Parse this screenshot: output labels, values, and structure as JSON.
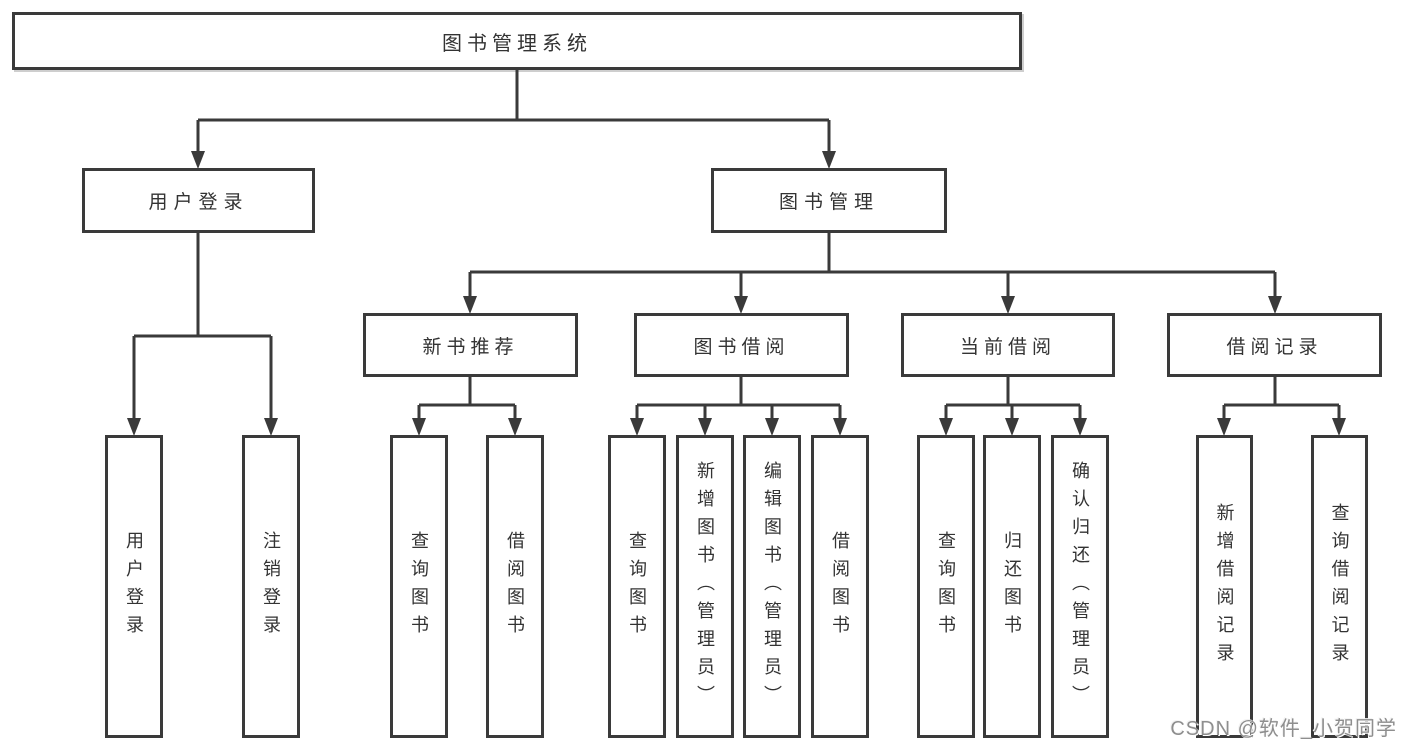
{
  "diagram_title": "图书管理系统",
  "colors": {
    "line": "#3a3a3a",
    "text": "#333333",
    "background": "#ffffff",
    "watermark": "#8e8e8e"
  },
  "nodes": {
    "root": "图书管理系统",
    "user_login_group": "用户登录",
    "book_management_group": "图书管理",
    "new_book_recommend": "新书推荐",
    "book_borrow": "图书借阅",
    "current_borrow": "当前借阅",
    "borrow_records": "借阅记录",
    "leaf_user_login": "用户登录",
    "leaf_logout": "注销登录",
    "leaf_query_book_1": "查询图书",
    "leaf_borrow_book_1": "借阅图书",
    "leaf_query_book_2": "查询图书",
    "leaf_add_book_admin": "新增图书（管理员）",
    "leaf_edit_book_admin": "编辑图书（管理员）",
    "leaf_borrow_book_2": "借阅图书",
    "leaf_query_book_3": "查询图书",
    "leaf_return_book": "归还图书",
    "leaf_confirm_return_admin": "确认归还（管理员）",
    "leaf_add_borrow_record": "新增借阅记录",
    "leaf_query_borrow_record": "查询借阅记录"
  },
  "watermark": {
    "text": "CSDN @软件_小贺同学"
  }
}
